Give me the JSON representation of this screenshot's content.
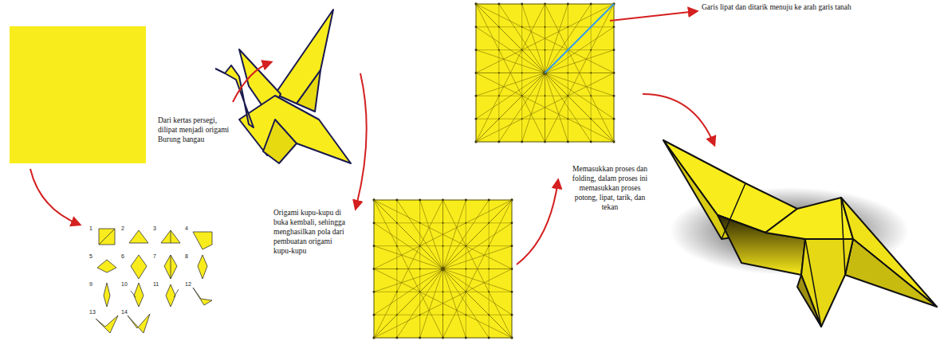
{
  "diagram": {
    "labels": [
      "Dari kertas persegi, dilipat menjadi origami Burung bangau",
      "1",
      "2",
      "3",
      "4",
      "5",
      "6",
      "7",
      "8",
      "9",
      "10",
      "11",
      "12",
      "13",
      "14",
      "Origami kupu-kupu di buka kembali, sehingga menghasilkan pola dari pembuatan origami kupu-kupu",
      "Memasukkan proses dan folding, dalam proses ini memasukkan proses potong, lipat, tarik, dan tekan",
      "Garis lipat dan ditarik menuju ke arah garis tanah"
    ]
  }
}
